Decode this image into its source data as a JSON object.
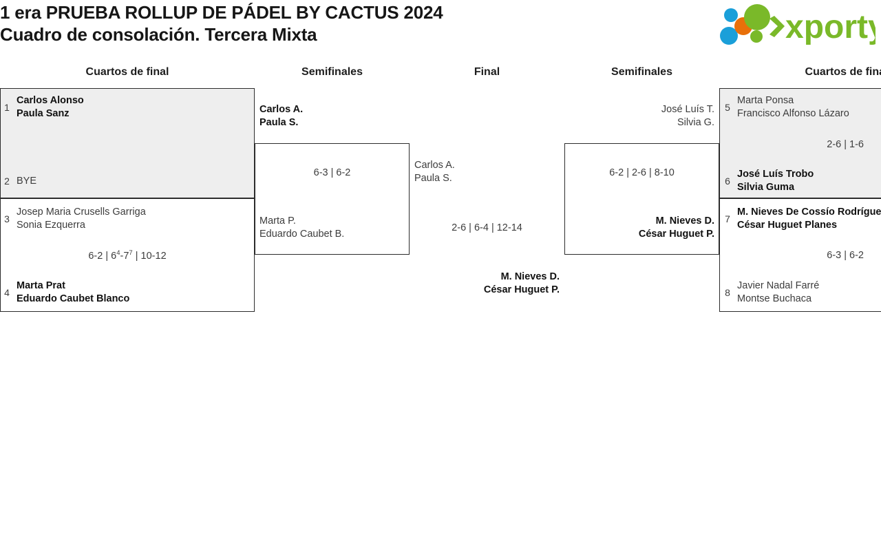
{
  "header": {
    "title_line1": "1 era PRUEBA ROLLUP DE PÁDEL BY CACTUS 2024",
    "title_line2": "Cuadro de consolación. Tercera Mixta",
    "logo_text": "xporty",
    "logo_colors": {
      "green": "#7ab929",
      "blue": "#1a9fd9",
      "orange": "#e8700a"
    }
  },
  "columns": {
    "qf_left": "Cuartos de final",
    "sf_left": "Semifinales",
    "final": "Final",
    "sf_right": "Semifinales",
    "qf_right": "Cuartos de final"
  },
  "bracket": {
    "qf_left": [
      {
        "seed_top": "1",
        "top_line1": "Carlos Alonso",
        "top_line2": "Paula Sanz",
        "top_winner": true,
        "seed_bottom": "2",
        "bottom_line1": "BYE",
        "bottom_line2": "",
        "bottom_winner": false,
        "score": ""
      },
      {
        "seed_top": "3",
        "top_line1": "Josep Maria Crusells Garriga",
        "top_line2": "Sonia Ezquerra",
        "top_winner": false,
        "seed_bottom": "4",
        "bottom_line1": "Marta Prat",
        "bottom_line2": "Eduardo Caubet Blanco",
        "bottom_winner": true,
        "score_s1": "6-2 | 6",
        "score_sup1": "4",
        "score_s2": "-7",
        "score_sup2": "7",
        "score_s3": " | 10-12"
      }
    ],
    "sf_left": {
      "top_line1": "Carlos A.",
      "top_line2": "Paula S.",
      "top_winner": true,
      "bottom_line1": "Marta P.",
      "bottom_line2": "Eduardo Caubet B.",
      "bottom_winner": false,
      "score": "6-3 | 6-2"
    },
    "final": {
      "left_line1": "Carlos A.",
      "left_line2": "Paula S.",
      "left_winner": false,
      "right_line1": "M. Nieves D.",
      "right_line2": "César Huguet P.",
      "right_winner": true,
      "score": "2-6 | 6-4 | 12-14"
    },
    "sf_right": {
      "top_line1": "José Luís T.",
      "top_line2": "Silvia G.",
      "top_winner": false,
      "bottom_line1": "M. Nieves D.",
      "bottom_line2": "César Huguet P.",
      "bottom_winner": true,
      "score": "6-2 | 2-6 | 8-10"
    },
    "qf_right": [
      {
        "seed_top": "5",
        "top_line1": "Marta Ponsa",
        "top_line2": "Francisco Alfonso Lázaro",
        "top_winner": false,
        "seed_bottom": "6",
        "bottom_line1": "José Luís Trobo",
        "bottom_line2": "Silvia Guma",
        "bottom_winner": true,
        "score": "2-6 | 1-6"
      },
      {
        "seed_top": "7",
        "top_line1": "M. Nieves De Cossío Rodríguez",
        "top_line2": "César Huguet Planes",
        "top_winner": true,
        "seed_bottom": "8",
        "bottom_line1": "Javier Nadal Farré",
        "bottom_line2": "Montse Buchaca",
        "bottom_winner": false,
        "score": "6-3 | 6-2"
      }
    ]
  }
}
